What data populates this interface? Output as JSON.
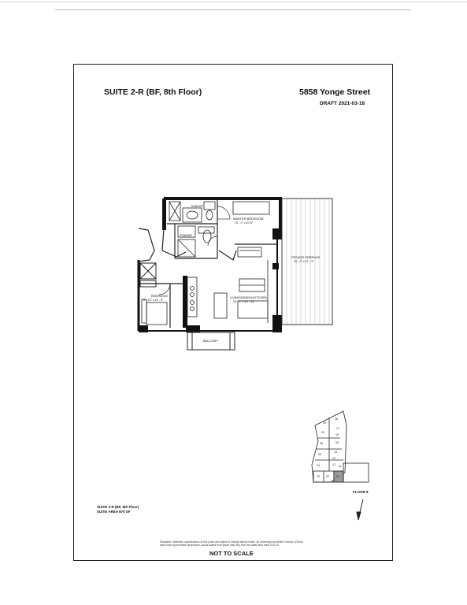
{
  "header": {
    "suite_title": "SUITE  2-R (BF, 8th Floor)",
    "address": "5858 Yonge Street",
    "draft": "DRAFT 2021-03-18"
  },
  "rooms": {
    "ensuite": "ENSUITE",
    "master_bedroom": "MASTER BEDROOM",
    "master_bedroom_dims": "13' - 0\" x 10' 6\"",
    "powder": "POWDER",
    "private_terrace": "PRIVATE TERRACE",
    "private_terrace_dims": "15' - 0\" x 27' - 3\"",
    "bedroom": "BEDROOM",
    "bedroom_dims": "8' - 10\" x 10' - 5\"",
    "living": "LIVING/DINING/KITCHEN",
    "living_dims": "16' - 2\" x 25' - 10\"",
    "balcony": "BALCONY"
  },
  "key_plan": {
    "floor_label": "FLOOR 8",
    "unit_numbers": [
      "23",
      "22",
      "21",
      "24",
      "25",
      "26",
      "20",
      "19",
      "18",
      "17",
      "16",
      "15",
      "14",
      "13",
      "12",
      "11"
    ]
  },
  "footer": {
    "suite_info_line1": "SUITE 2-R (BF, 8th Floor)",
    "suite_info_line2": "SUITE AREA 870 SF",
    "disclaimer": "Disclaimer: Materials, specifications & floor plans are subject to change without notice. All renderings are artist's concept. All floor plans have approximate dimensions. Actual usable floor space may vary from the stated floor area. E.&O.E.",
    "not_to_scale": "NOT TO SCALE"
  },
  "colors": {
    "wall": "#111111",
    "line": "#222222",
    "background": "#ffffff"
  }
}
